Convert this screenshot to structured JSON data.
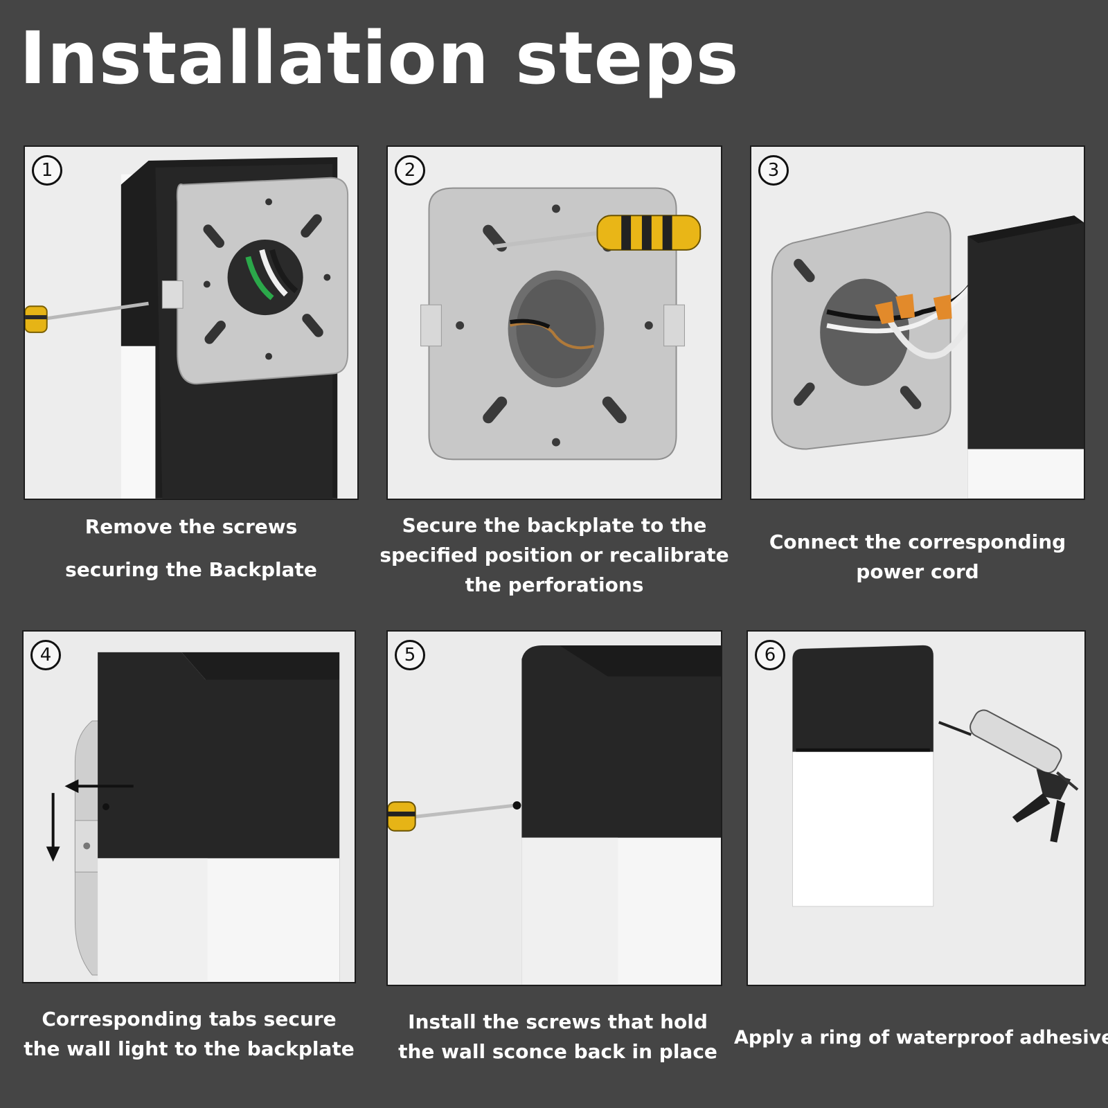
{
  "title": "Installation steps",
  "steps": [
    {
      "number": "1",
      "lines": [
        "Remove the screws",
        "securing the Backplate"
      ]
    },
    {
      "number": "2",
      "lines": [
        "Secure the backplate to the",
        "specified position or recalibrate",
        "the perforations"
      ]
    },
    {
      "number": "3",
      "lines": [
        "Connect the corresponding",
        "power cord"
      ]
    },
    {
      "number": "4",
      "lines": [
        "Corresponding tabs secure",
        "the wall light to the backplate"
      ]
    },
    {
      "number": "5",
      "lines": [
        "Install the screws that hold",
        "the wall sconce back in place"
      ]
    },
    {
      "number": "6",
      "lines": [
        "Apply a ring of waterproof adhesive"
      ]
    }
  ]
}
